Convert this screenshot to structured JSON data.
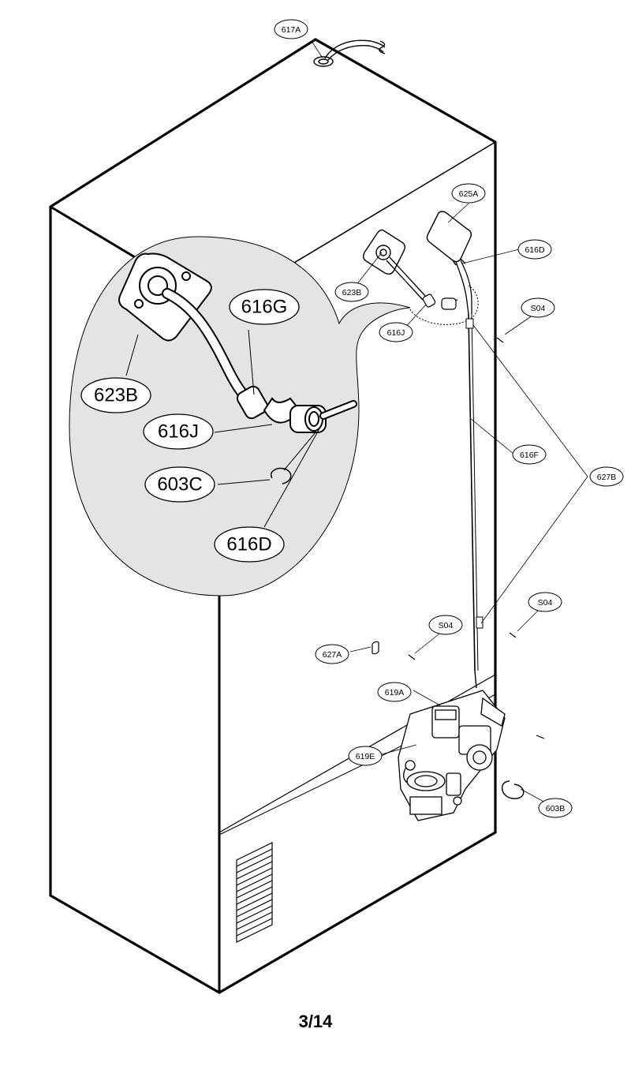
{
  "page_number": "3/14",
  "callouts": {
    "c617A": "617A",
    "c625A": "625A",
    "c616D_small": "616D",
    "c623B_small": "623B",
    "c616J_small": "616J",
    "cS04_a": "S04",
    "c616F": "616F",
    "c627B": "627B",
    "cS04_b": "S04",
    "cS04_c": "S04",
    "c627A": "627A",
    "c619A": "619A",
    "c619E": "619E",
    "c603B": "603B",
    "c616G_large": "616G",
    "c623B_large": "623B",
    "c616J_large": "616J",
    "c603C_large": "603C",
    "c616D_large": "616D"
  },
  "colors": {
    "line": "#000000",
    "detail_fill": "#e4e4e4",
    "paper": "#ffffff"
  }
}
